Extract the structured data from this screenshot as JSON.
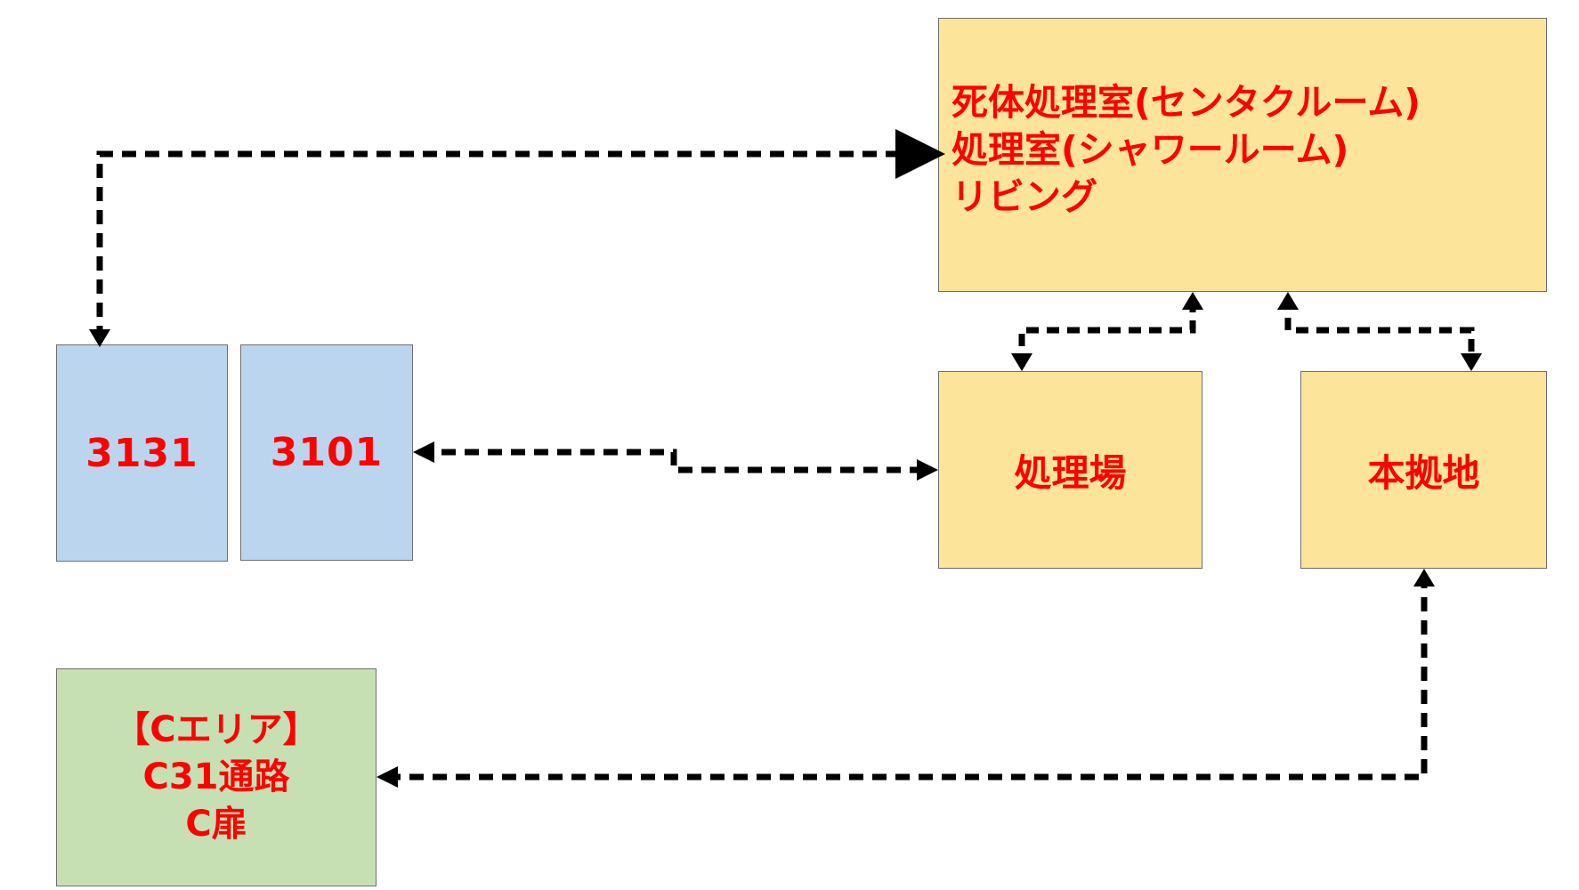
{
  "boxes": {
    "morgue": {
      "lines": [
        "死体処理室(センタクルーム)",
        "処理室(シャワールーム)",
        "リビング"
      ],
      "color": "#fde49b"
    },
    "room_3131": {
      "label": "3131",
      "color": "#bcd5ee"
    },
    "room_3101": {
      "label": "3101",
      "color": "#bcd5ee"
    },
    "processing": {
      "label": "処理場",
      "color": "#fde49b"
    },
    "base": {
      "label": "本拠地",
      "color": "#fde49b"
    },
    "c_area": {
      "lines": [
        "【Cエリア】",
        "C31通路",
        "C扉"
      ],
      "color": "#c6e0b4"
    }
  },
  "text_color": "#ff0000",
  "connectors": [
    {
      "from": "room_3131",
      "to": "morgue",
      "style": "dashed",
      "arrows": "both"
    },
    {
      "from": "room_3101",
      "to": "processing",
      "style": "dashed",
      "arrows": "both"
    },
    {
      "from": "morgue",
      "to": "processing",
      "style": "dashed",
      "arrows": "both"
    },
    {
      "from": "morgue",
      "to": "base",
      "style": "dashed",
      "arrows": "both"
    },
    {
      "from": "base",
      "to": "c_area",
      "style": "dashed",
      "arrows": "both"
    }
  ]
}
